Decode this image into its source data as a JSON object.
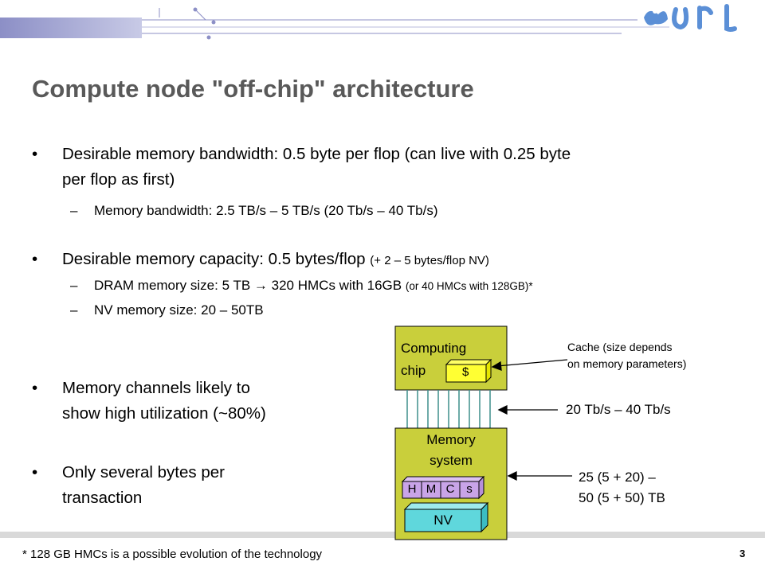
{
  "slide": {
    "title": "Compute node \"off-chip\" architecture",
    "page_number": "3",
    "footnote": "* 128 GB HMCs is a possible evolution of the technology"
  },
  "bullets": {
    "b1": {
      "text": "Desirable memory bandwidth: 0.5 byte per flop (can live with 0.25 byte",
      "text_cont": "per flop as first)",
      "sub": "Memory bandwidth: 2.5 TB/s – 5 TB/s (20 Tb/s – 40 Tb/s)"
    },
    "b2": {
      "text": "Desirable memory capacity: 0.5 bytes/flop",
      "text_small": "(+ 2 – 5 bytes/flop NV)",
      "sub1": "DRAM memory size: 5 TB",
      "sub1_arrow": "→",
      "sub1_rest": "320 HMCs with 16GB",
      "sub1_small": "(or 40 HMCs with 128GB)*",
      "sub2": "NV memory size: 20 – 50TB"
    },
    "b3": {
      "line1": "Memory channels likely to",
      "line2": "show high utilization (~80%)"
    },
    "b4": {
      "line1": "Only several bytes per",
      "line2": "transaction"
    },
    "dot": "•",
    "dash": "–"
  },
  "diagram": {
    "computing_chip_line1": "Computing",
    "computing_chip_line2": "chip",
    "cache_symbol": "$",
    "memory_system_line1": "Memory",
    "memory_system_line2": "system",
    "hmc_letters": [
      "H",
      "M",
      "C",
      "s"
    ],
    "nv_label": "NV",
    "cache_note_line1": "Cache (size depends",
    "cache_note_line2": "on memory parameters)",
    "bandwidth_note": "20 Tb/s – 40 Tb/s",
    "capacity_note_line1": "25 (5 + 20) –",
    "capacity_note_line2": "50 (5 + 50) TB",
    "box_color": "#c9cf3b",
    "hmc_color": "#c9a4e8",
    "nv_color": "#5fd7dc",
    "wire_color": "#3d8f8a",
    "brand_color": "#5b8fd6"
  }
}
